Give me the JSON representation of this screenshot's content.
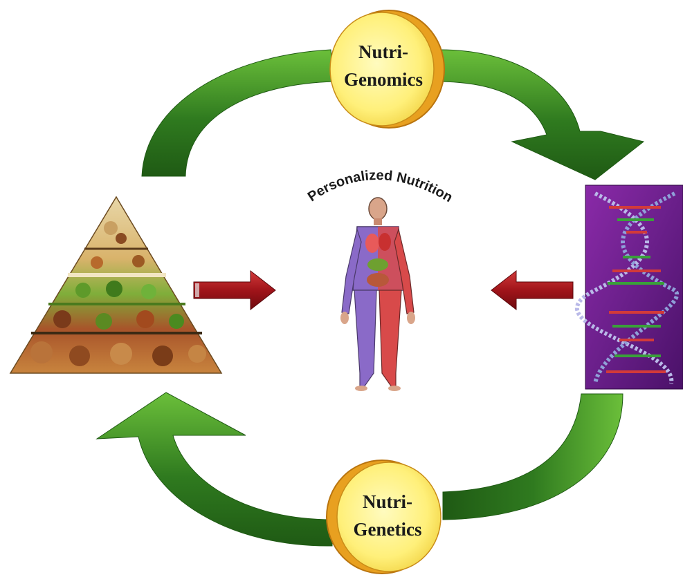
{
  "diagram": {
    "center_label": "Personalized Nutrition",
    "top_node": {
      "line1": "Nutri-",
      "line2": "Genomics"
    },
    "bottom_node": {
      "line1": "Nutri-",
      "line2": "Genetics"
    },
    "images": {
      "left": "food-pyramid",
      "center": "human-body-anatomy",
      "right": "dna-double-helix"
    },
    "colors": {
      "cycle_arrow": "#2f7a1f",
      "cycle_arrow_light": "#6bbf3a",
      "inward_arrow": "#a0141a",
      "node_fill": "#fff07a",
      "node_rim": "#e8a020",
      "dna_background": "#6a1f8a"
    }
  }
}
